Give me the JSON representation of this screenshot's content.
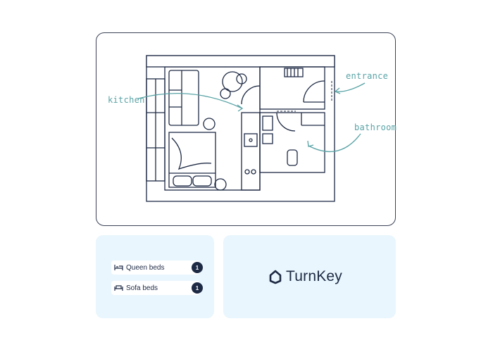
{
  "floorplan": {
    "labels": {
      "kitchen": "kitchen",
      "entrance": "entrance",
      "bathroom": "bathroom"
    }
  },
  "amenities": {
    "items": [
      {
        "label": "Queen beds",
        "count": "1",
        "icon": "bed-icon"
      },
      {
        "label": "Sofa beds",
        "count": "1",
        "icon": "sofa-icon"
      }
    ]
  },
  "brand": {
    "name": "TurnKey",
    "icon": "house-logo-icon"
  },
  "colors": {
    "annotation": "#5aa3a6",
    "card_bg": "#e9f6fd",
    "ink": "#1e2a44"
  }
}
